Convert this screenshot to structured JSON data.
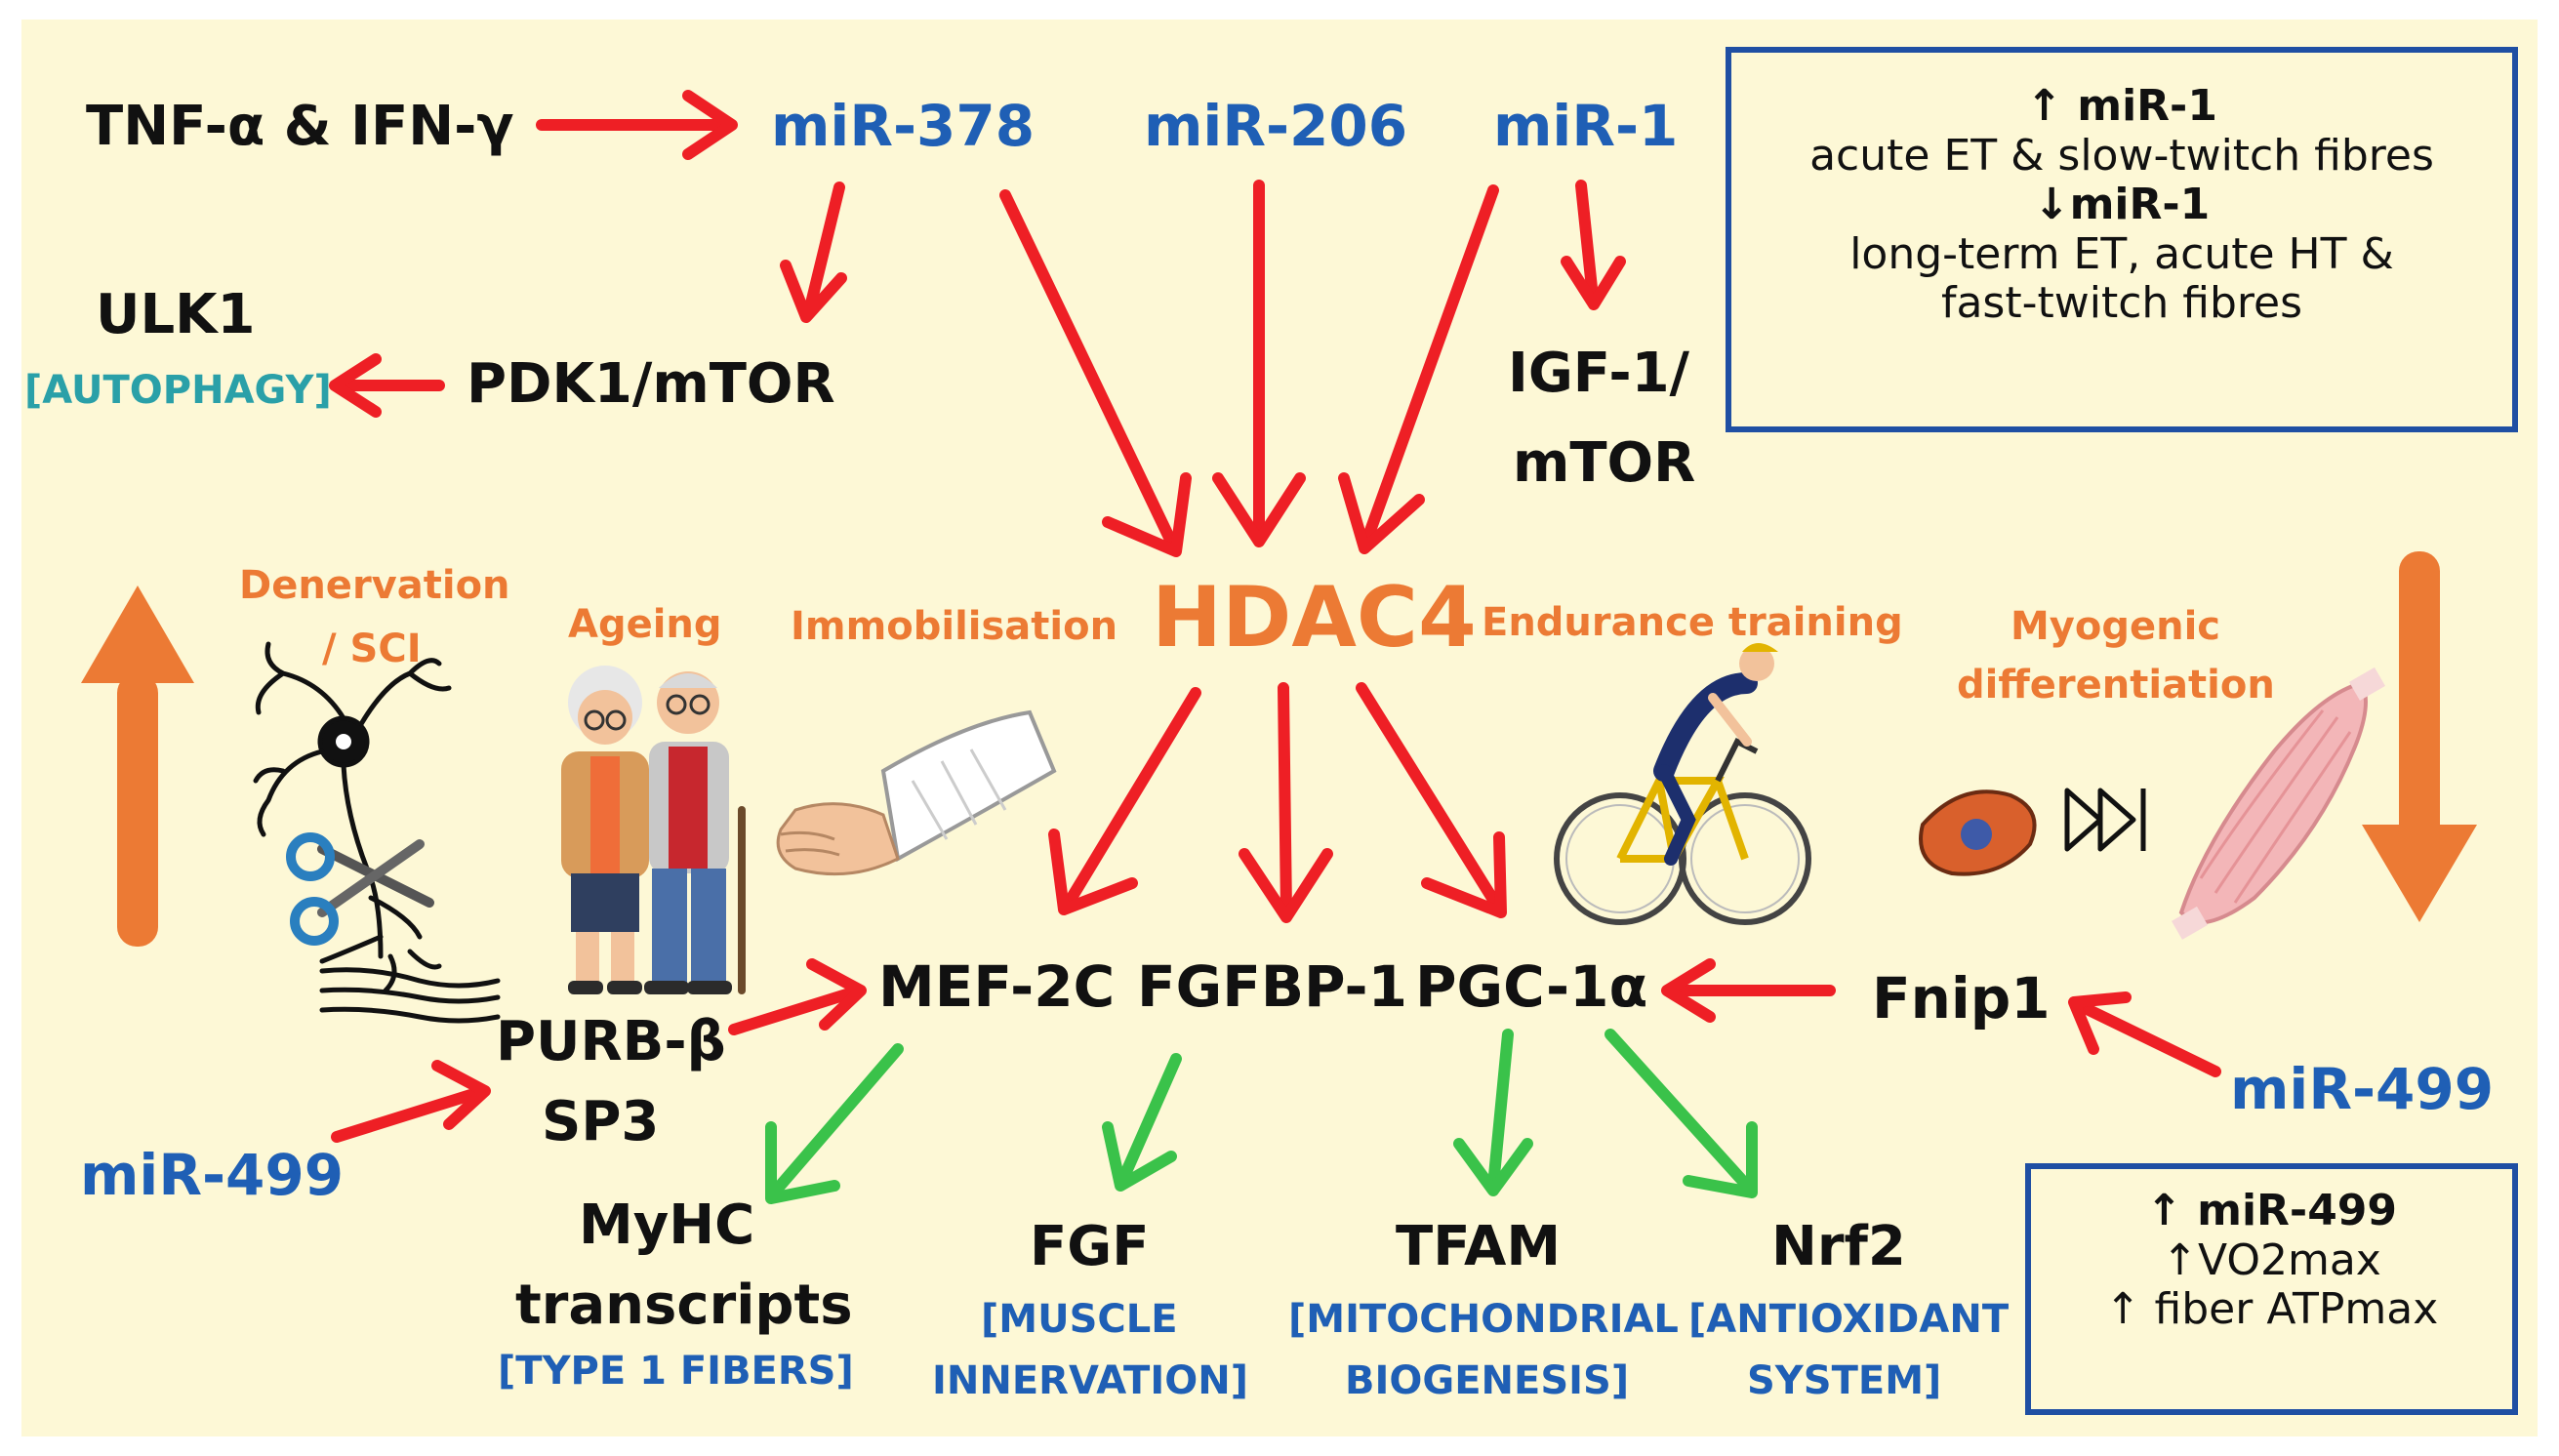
{
  "inputs": {
    "cytokines": "TNF-α & IFN-γ",
    "mir378": "miR-378",
    "mir206": "miR-206",
    "mir1": "miR-1",
    "ulk1": "ULK1",
    "autophagy": "[AUTOPHAGY]",
    "pdk1": "PDK1/mTOR",
    "igf1_line1": "IGF-1/",
    "igf1_line2": "mTOR"
  },
  "center": {
    "hdac4": "HDAC4"
  },
  "conditions": {
    "denervation_line1": "Denervation",
    "denervation_line2": "/ SCI",
    "ageing": "Ageing",
    "immobilisation": "Immobilisation",
    "endurance": "Endurance training",
    "myogenic_line1": "Myogenic",
    "myogenic_line2": "differentiation"
  },
  "targets": {
    "mef2c": "MEF-2C",
    "fgfbp1": "FGFBP-1",
    "pgc1a": "PGC-1α",
    "fnip1": "Fnip1",
    "purb_line1": "PURB-β",
    "purb_line2": "SP3",
    "mir499_left": "miR-499",
    "mir499_right": "miR-499"
  },
  "outputs": {
    "myhc_line1": "MyHC",
    "myhc_line2": "transcripts",
    "myhc_note": "[TYPE 1 FIBERS]",
    "fgf": "FGF",
    "fgf_note_line1": "[MUSCLE",
    "fgf_note_line2": "INNERVATION]",
    "tfam": "TFAM",
    "tfam_note_line1": "[MITOCHONDRIAL",
    "tfam_note_line2": "BIOGENESIS]",
    "nrf2": "Nrf2",
    "nrf2_note_line1": "[ANTIOXIDANT",
    "nrf2_note_line2": "SYSTEM]"
  },
  "box_mir1": {
    "line1": "↑ miR-1",
    "line2": "acute ET & slow-twitch fibres",
    "line3": "↓miR-1",
    "line4": "long-term ET, acute HT &",
    "line5": "fast-twitch fibres"
  },
  "box_mir499": {
    "line1": "↑ miR-499",
    "line2": "↑VO2max",
    "line3": "↑ fiber ATPmax"
  },
  "icons": [
    "neuron-scissors-icon",
    "elderly-couple-icon",
    "arm-cast-icon",
    "cyclist-icon",
    "cell-icon",
    "fast-forward-icon",
    "muscle-icon"
  ],
  "colors": {
    "background": "#fdf8d6",
    "red_arrow": "#ee1f25",
    "green_arrow": "#3ac24a",
    "orange": "#ec7a34",
    "blue_text": "#1f5fb5",
    "box_border": "#1f4fa3"
  }
}
